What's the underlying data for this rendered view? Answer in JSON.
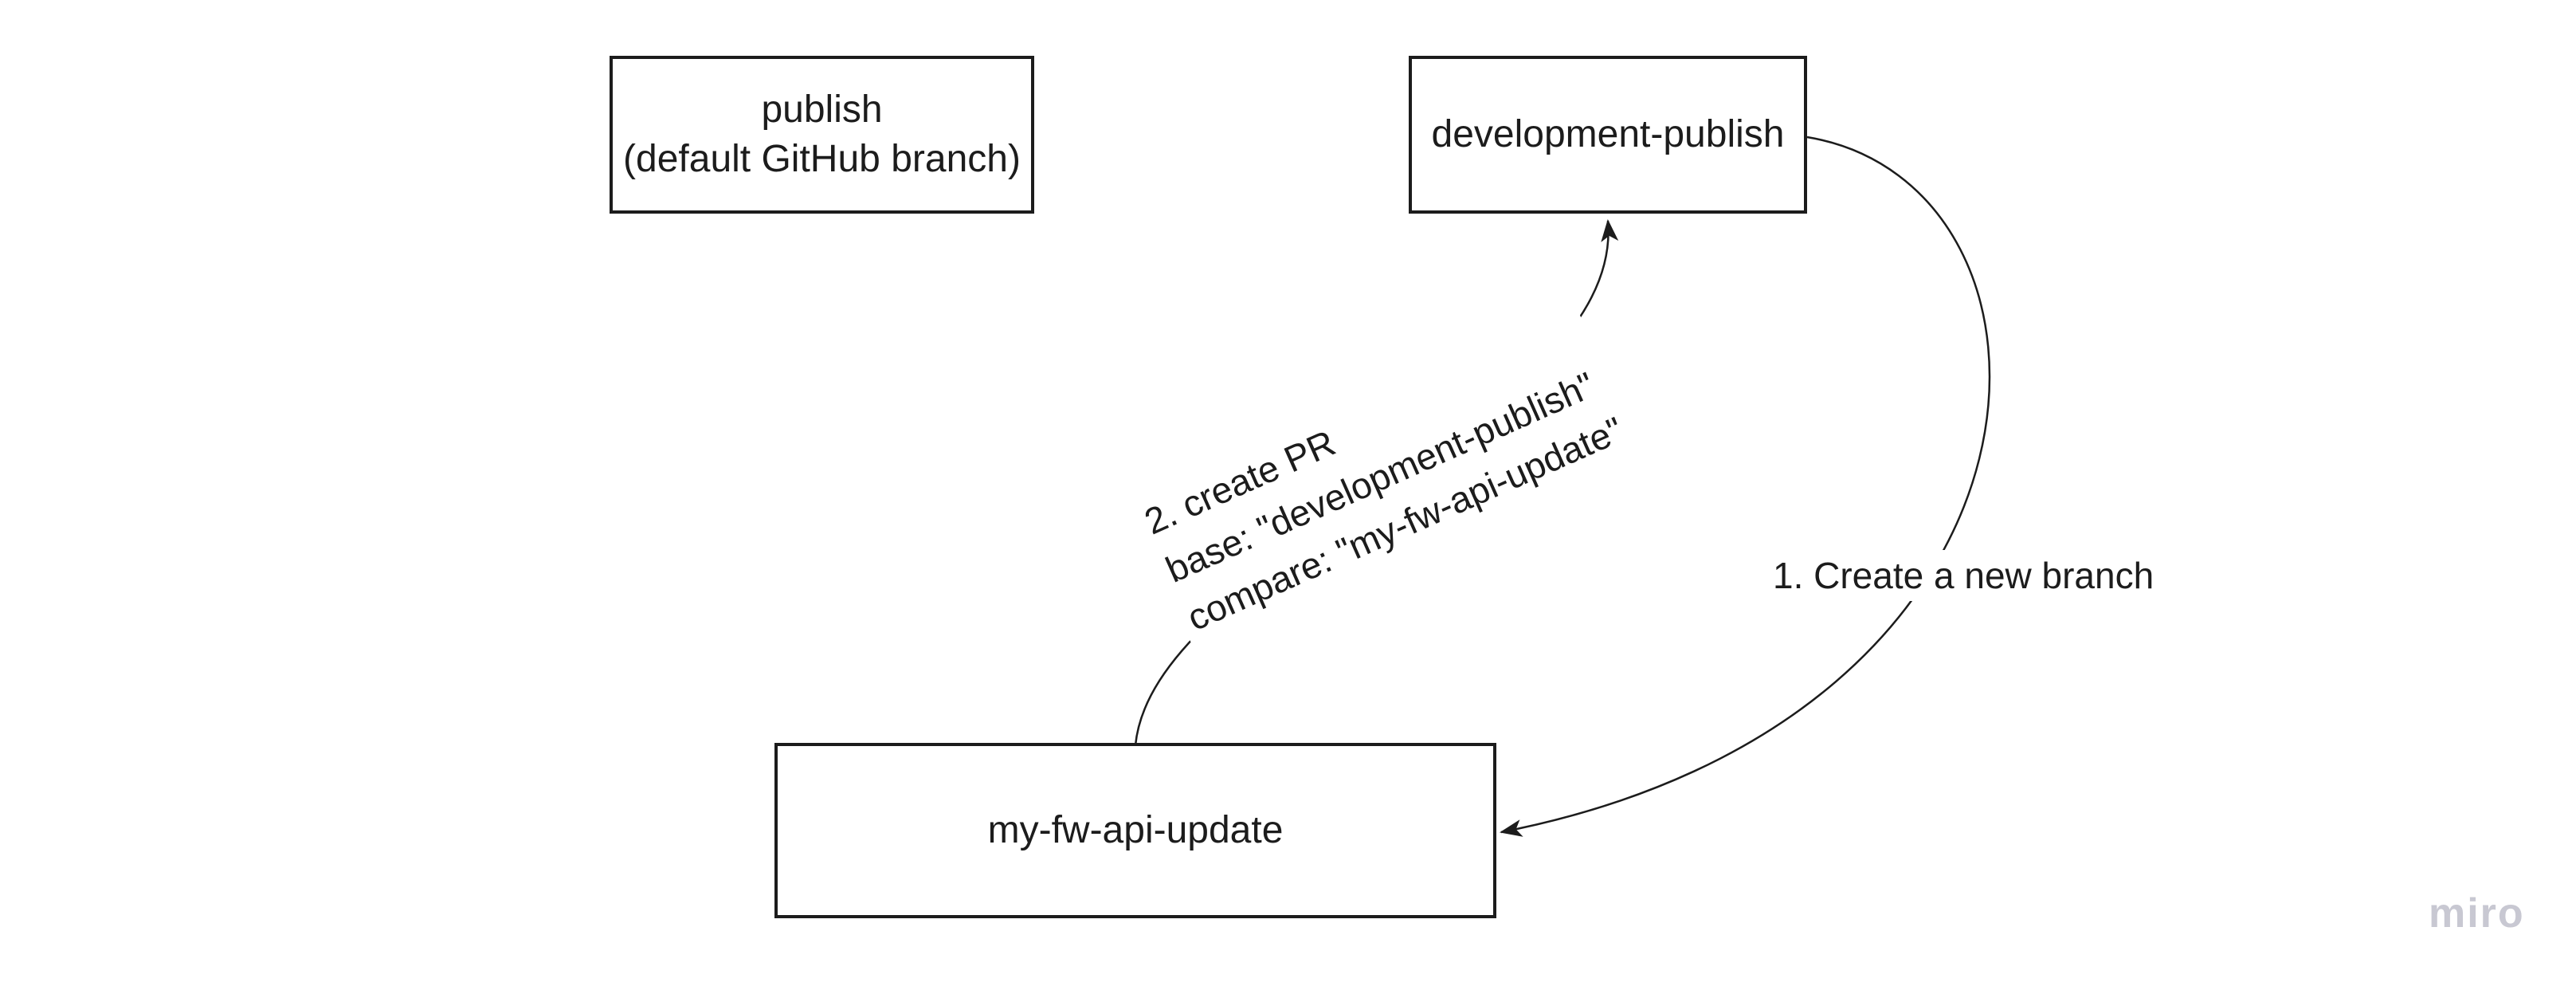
{
  "board": {
    "background": "#ffffff",
    "ink": "#1c1c1c"
  },
  "nodes": [
    {
      "id": "publish",
      "type": "rectangle",
      "lines": [
        "publish",
        "(default GitHub branch)"
      ]
    },
    {
      "id": "development-publish",
      "type": "rectangle",
      "lines": [
        "development-publish"
      ]
    },
    {
      "id": "my-fw-api-update",
      "type": "rectangle",
      "lines": [
        "my-fw-api-update"
      ]
    }
  ],
  "connectors": [
    {
      "id": "create-branch",
      "from": "development-publish",
      "to": "my-fw-api-update",
      "label": "1. Create a new branch"
    },
    {
      "id": "create-pr",
      "from": "my-fw-api-update",
      "to": "development-publish",
      "label_lines": [
        "2. create PR",
        "base: \"development-publish\"",
        "compare: \"my-fw-api-update\""
      ]
    }
  ],
  "watermark": {
    "text": "miro",
    "color": "#c8c8d2"
  }
}
